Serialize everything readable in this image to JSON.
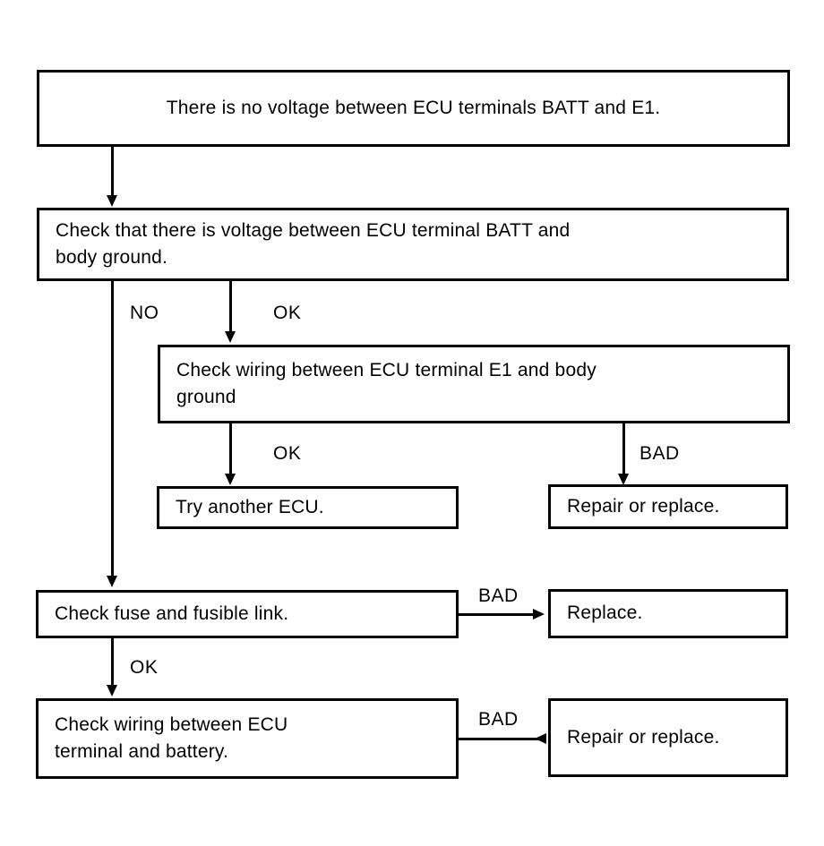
{
  "diagram": {
    "title": "ECU BATT/E1 no-voltage troubleshooting flowchart",
    "line_color": "#000000",
    "background_color": "#ffffff",
    "nodes": {
      "symptom": "There is no voltage between ECU terminals BATT and E1.",
      "check_batt_voltage": "Check that there is voltage between ECU terminal BATT and\nbody ground.",
      "check_e1_wiring": "Check wiring between ECU terminal E1 and body\nground",
      "try_another_ecu": "Try another ECU.",
      "repair_or_replace_e1": "Repair or replace.",
      "check_fuse": "Check fuse and fusible link.",
      "replace_fuse": "Replace.",
      "check_batt_wiring": "Check wiring between ECU\nterminal and battery.",
      "repair_or_replace_batt": "Repair or replace."
    },
    "edge_labels": {
      "no": "NO",
      "ok_batt": "OK",
      "ok_e1": "OK",
      "bad_e1": "BAD",
      "ok_fuse": "OK",
      "bad_fuse": "BAD",
      "bad_batt_wiring": "BAD"
    }
  }
}
